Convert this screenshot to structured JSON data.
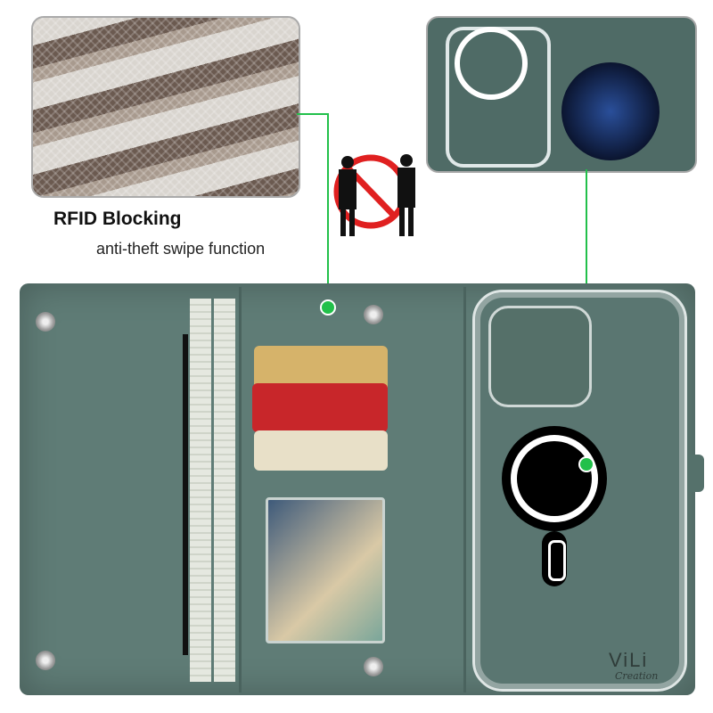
{
  "feature": {
    "title": "RFID Blocking",
    "subtitle": "anti-theft swipe function"
  },
  "brand": {
    "logo": "ViLi",
    "logo_sub": "Creation"
  },
  "colors": {
    "callout_line": "#22c04a",
    "wallet_leather": "#5f7c76"
  },
  "icons": [
    "no-swipe-theft-icon",
    "magnet-ring-icon"
  ]
}
